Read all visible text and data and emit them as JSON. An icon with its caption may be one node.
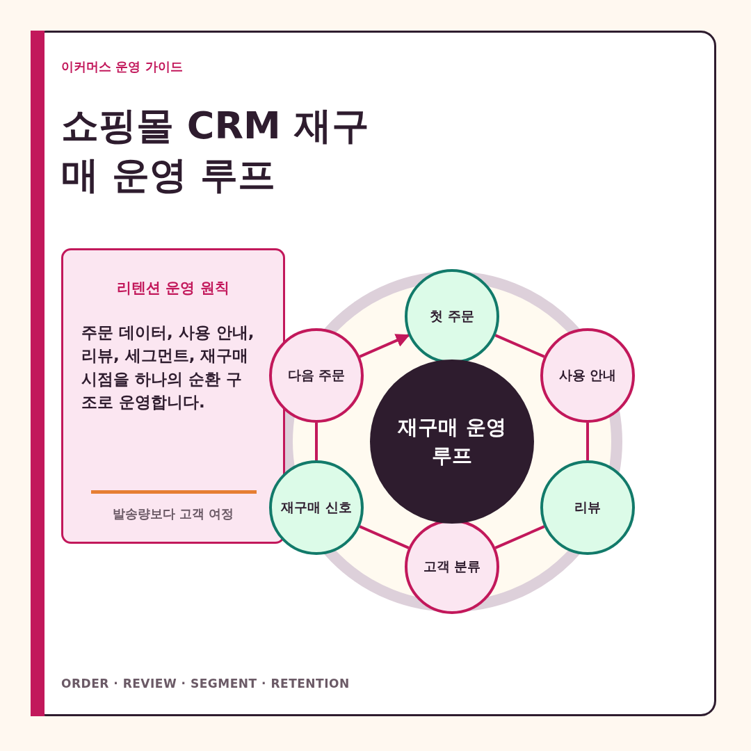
{
  "diagram": {
    "title": "쇼핑몰 CRM 재구매 운영 루프",
    "nodes": [
      {
        "text": [
          "리텐션 운영 원칙",
          "주문 데이터, 사용 안내, 리뷰, 세그먼트, 재구매 시점을 하나의 순환 구조로 운영합니다.",
          "발송량보다 고객 여정"
        ]
      },
      {
        "text": [
          "첫 주문"
        ]
      },
      {
        "text": [
          "사용 안내"
        ]
      },
      {
        "text": [
          "리뷰"
        ]
      },
      {
        "text": [
          "고객 분류"
        ]
      },
      {
        "text": [
          "재구매 신호"
        ]
      },
      {
        "text": [
          "다음 주문"
        ]
      },
      {
        "text": [
          "재구매 운영 루프"
        ]
      }
    ],
    "edges": [
      {
        "from": 1,
        "to": 2,
        "arrow": "none"
      },
      {
        "from": 2,
        "to": 3,
        "arrow": "none"
      },
      {
        "from": 3,
        "to": 4,
        "arrow": "none"
      },
      {
        "from": 4,
        "to": 5,
        "arrow": "none"
      },
      {
        "from": 5,
        "to": 6,
        "arrow": "none"
      },
      {
        "from": 6,
        "to": 1,
        "arrow": "to"
      }
    ],
    "labels": [
      "이커머스 운영 가이드",
      "ORDER · REVIEW · SEGMENT · RETENTION"
    ]
  }
}
